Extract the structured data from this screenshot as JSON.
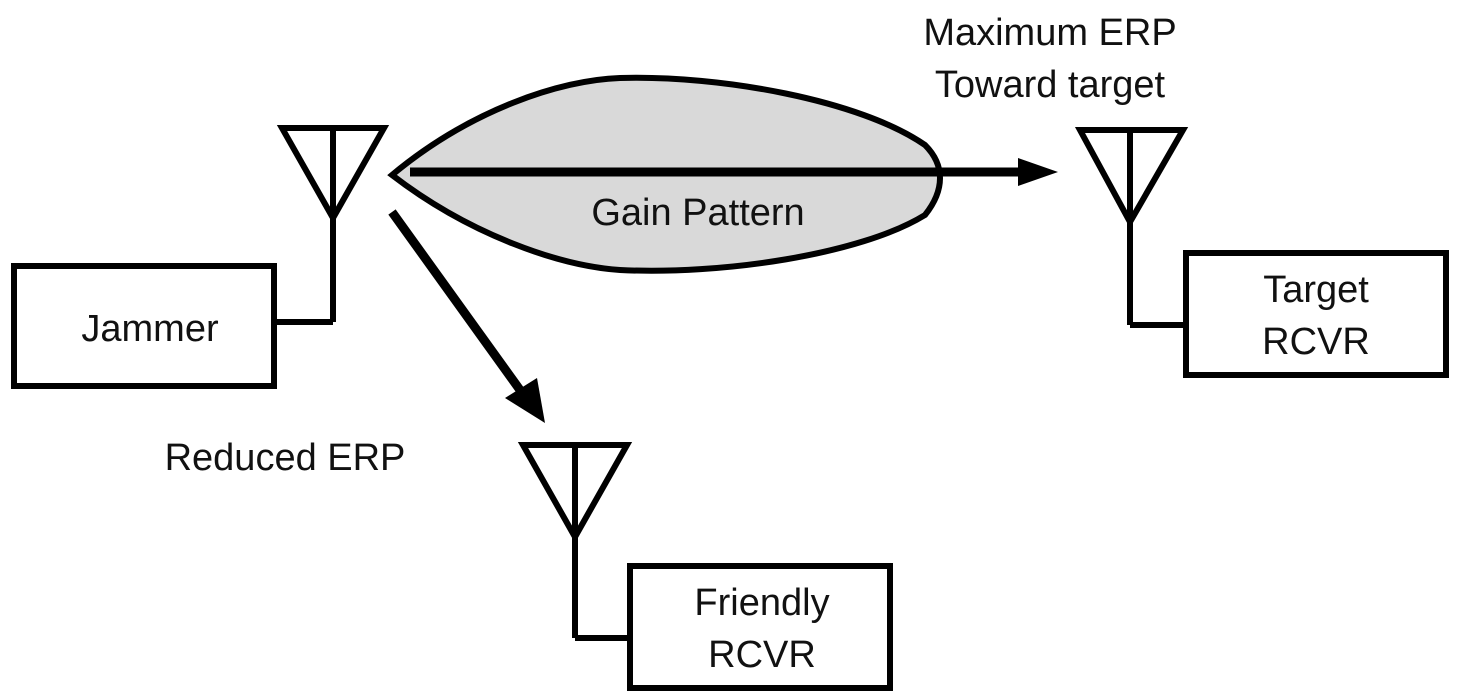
{
  "diagram": {
    "title": "Jammer gain pattern and ERP directions",
    "colors": {
      "line": "#000000",
      "lobe_fill": "#d9d9d9",
      "background": "#ffffff",
      "text": "#111111"
    },
    "nodes": {
      "jammer": {
        "label": "Jammer"
      },
      "target": {
        "label_line1": "Target",
        "label_line2": "RCVR"
      },
      "friendly": {
        "label_line1": "Friendly",
        "label_line2": "RCVR"
      }
    },
    "annotations": {
      "gain_pattern": "Gain Pattern",
      "max_erp_line1": "Maximum ERP",
      "max_erp_line2": "Toward target",
      "reduced_erp": "Reduced ERP"
    },
    "edges": [
      {
        "from": "jammer",
        "to": "target",
        "label": "Maximum ERP Toward target"
      },
      {
        "from": "jammer",
        "to": "friendly",
        "label": "Reduced ERP"
      }
    ]
  }
}
